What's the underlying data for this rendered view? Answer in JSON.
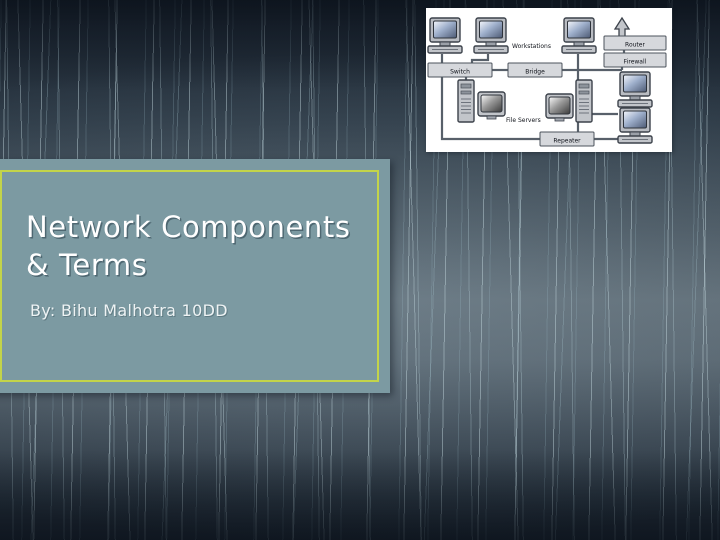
{
  "slide": {
    "title": "Network Components\n& Terms",
    "subtitle": "By: Bihu Malhotra 10DD",
    "accent_border_color": "#c3d44a",
    "title_panel_color": "#7c9aa2",
    "background_colors": [
      "#141d28",
      "#5c6972",
      "#18212c"
    ]
  },
  "diagram": {
    "name": "network-topology-diagram",
    "background_color": "#ffffff",
    "labels": {
      "workstations": "Workstations",
      "switch": "Switch",
      "bridge": "Bridge",
      "router": "Router",
      "firewall": "Firewall",
      "file_servers": "File Servers",
      "repeater": "Repeater"
    },
    "devices": [
      {
        "type": "workstation",
        "label": "Workstations"
      },
      {
        "type": "switch",
        "label": "Switch"
      },
      {
        "type": "bridge",
        "label": "Bridge"
      },
      {
        "type": "router",
        "label": "Router"
      },
      {
        "type": "firewall",
        "label": "Firewall"
      },
      {
        "type": "file-server",
        "label": "File Servers"
      },
      {
        "type": "repeater",
        "label": "Repeater"
      }
    ]
  }
}
